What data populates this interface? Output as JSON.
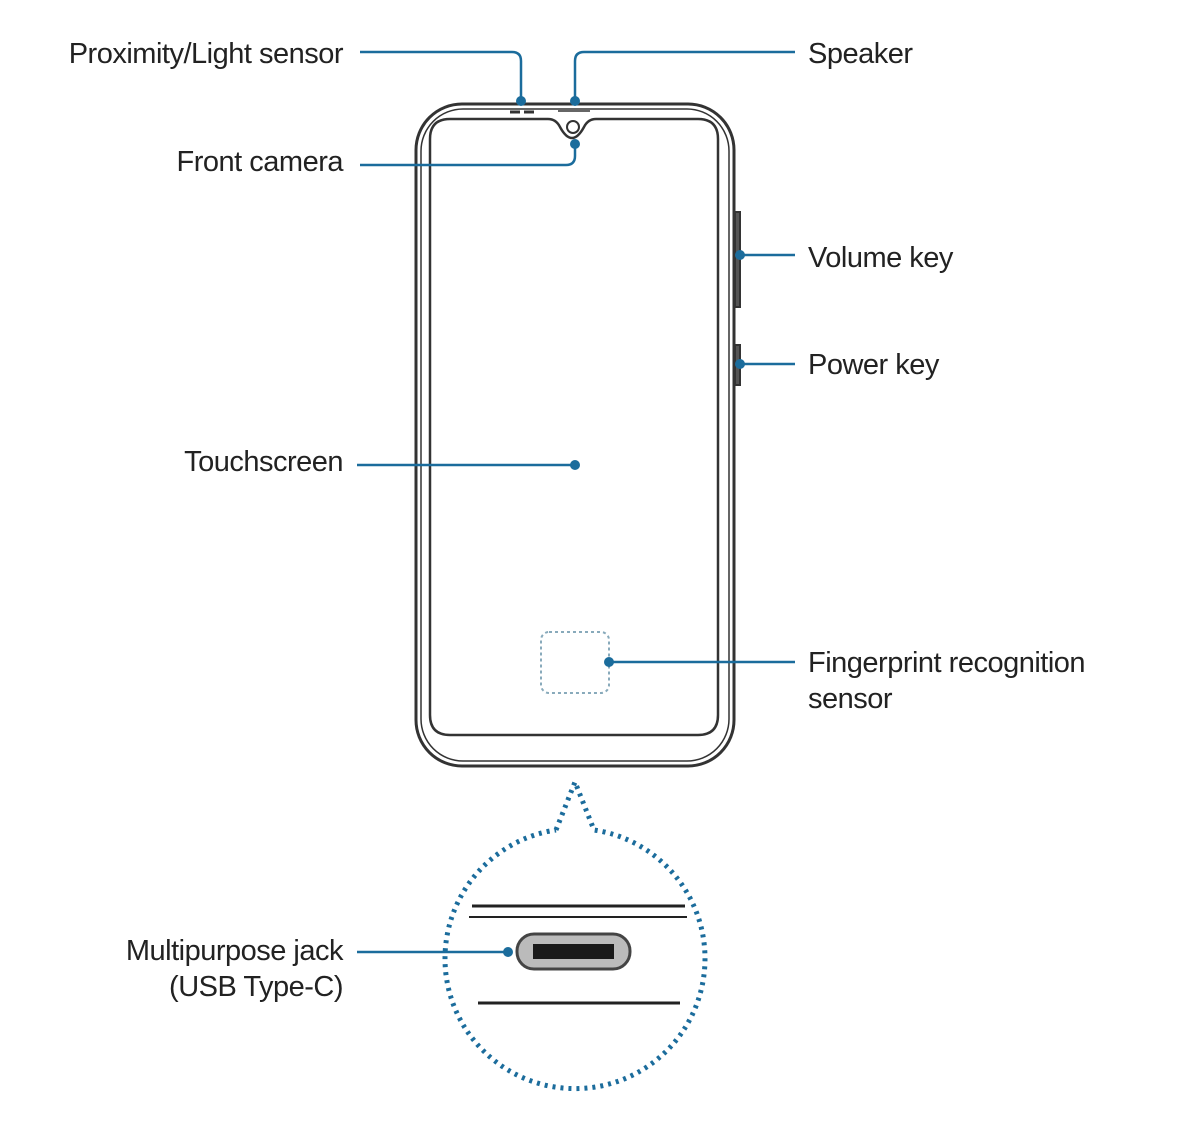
{
  "labels": {
    "proximity": "Proximity/Light sensor",
    "speaker": "Speaker",
    "front_camera": "Front camera",
    "volume_key": "Volume key",
    "power_key": "Power key",
    "touchscreen": "Touchscreen",
    "fingerprint_1": "Fingerprint recognition",
    "fingerprint_2": "sensor",
    "jack_1": "Multipurpose jack",
    "jack_2": "(USB Type-C)"
  },
  "colors": {
    "leader": "#1b6c9c",
    "outline": "#333333"
  }
}
